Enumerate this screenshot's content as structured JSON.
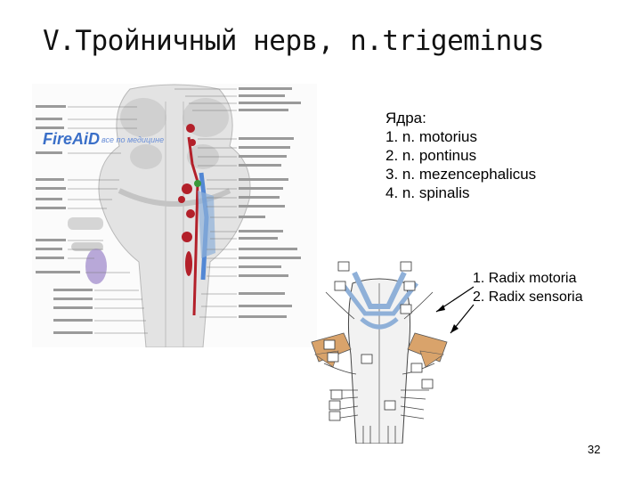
{
  "slide": {
    "title": "V.Тройничный нерв, n.trigeminus",
    "page_number": "32"
  },
  "watermark": {
    "brand": "FireAiD",
    "tagline": "все по медицине"
  },
  "nuclei": {
    "heading": "Ядра:",
    "items": [
      {
        "num": "1.",
        "text": "n. motorius"
      },
      {
        "num": "2.",
        "text": "n. pontinus"
      },
      {
        "num": "3.",
        "text": "n. mezencephalicus"
      },
      {
        "num": "4.",
        "text": "n. spinalis"
      }
    ]
  },
  "roots": {
    "items": [
      {
        "num": "1.",
        "text": "Radix motoria"
      },
      {
        "num": "2.",
        "text": "Radix sensoria"
      }
    ]
  },
  "colors": {
    "motor_nucleus": "#b3202a",
    "sensory_nucleus": "#2d6fd0",
    "nerve_tissue": "#dcdcdc",
    "root_fill": "#d9a36b",
    "blue_nerve": "#8fb0d8"
  }
}
